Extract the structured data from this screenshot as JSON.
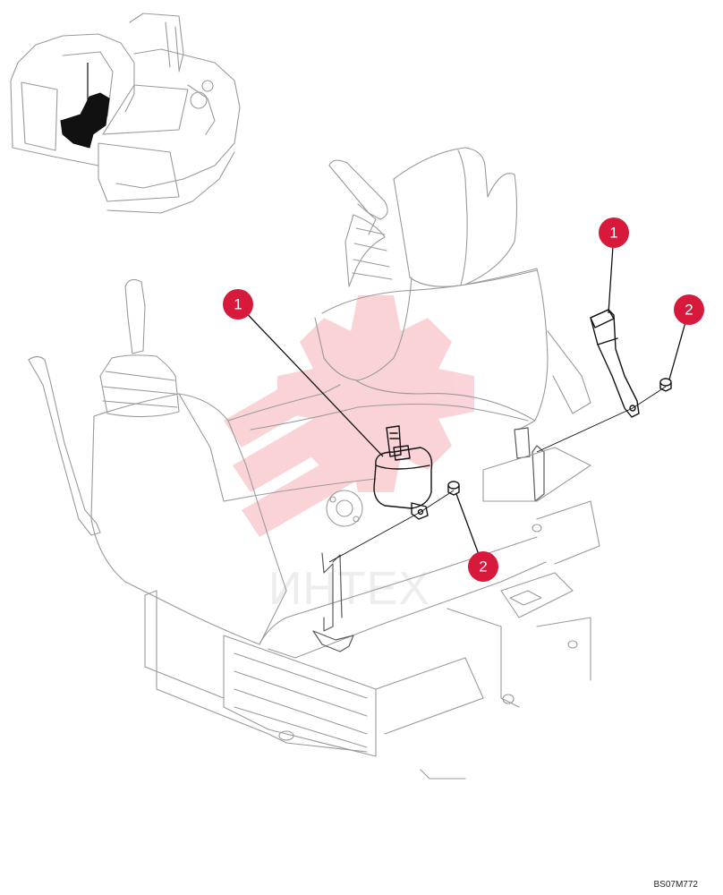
{
  "callouts": [
    {
      "label": "1"
    },
    {
      "label": "1"
    },
    {
      "label": "2"
    },
    {
      "label": "2"
    }
  ],
  "watermark": {
    "text": "ИНТЕХ",
    "color": "#f5a0a8"
  },
  "reference_code": "BS07M772",
  "colors": {
    "callout": "#d7193c",
    "line": "#9a9a9a",
    "part": "#111111"
  }
}
